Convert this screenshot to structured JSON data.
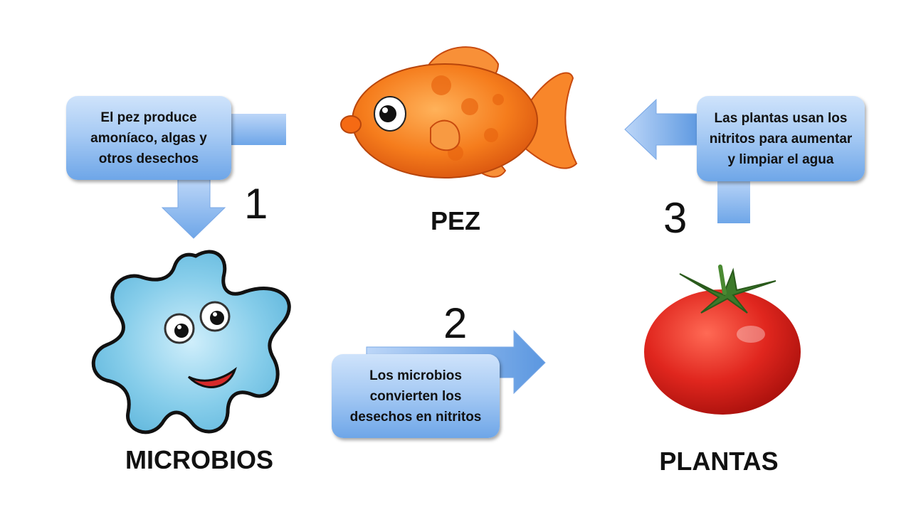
{
  "nodes": {
    "fish": {
      "label": "PEZ"
    },
    "microbes": {
      "label": "MICROBIOS"
    },
    "plants": {
      "label": "PLANTAS"
    }
  },
  "steps": [
    {
      "number": "1",
      "text": "El pez produce amoníaco, algas y otros desechos"
    },
    {
      "number": "2",
      "text": "Los microbios convierten los desechos en nitritos"
    },
    {
      "number": "3",
      "text": "Las plantas usan los nitritos para aumentar y limpiar el agua"
    }
  ],
  "colors": {
    "box_light": "#cfe3fb",
    "box_dark": "#6ea6e8",
    "arrow": "#8ab4ee",
    "fish": "#f47a1f",
    "microbe": "#7fc7e8",
    "tomato": "#e0261e"
  }
}
